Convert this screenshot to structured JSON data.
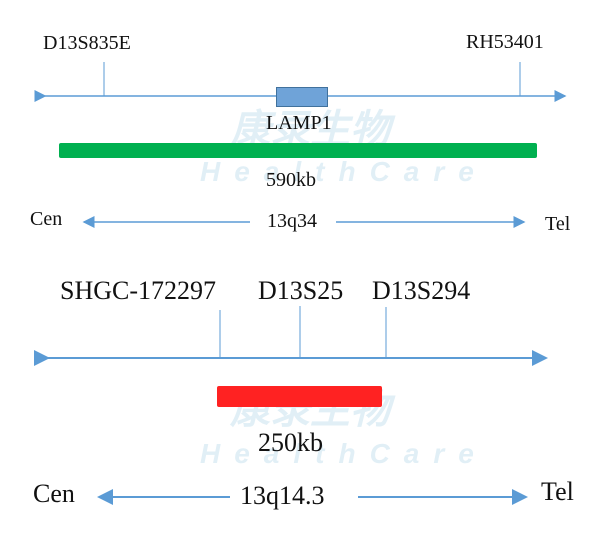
{
  "watermark": {
    "cn": "康录生物",
    "en": "HealthCare"
  },
  "panels": [
    {
      "markers": [
        "D13S835E",
        "RH53401"
      ],
      "gene_label": "LAMP1",
      "size_label": "590kb",
      "band": "13q34",
      "cen_label": "Cen",
      "tel_label": "Tel",
      "bar_color": "#00b050",
      "gene_color": "#6fa3d8"
    },
    {
      "markers": [
        "SHGC-172297",
        "D13S25",
        "D13S294"
      ],
      "size_label": "250kb",
      "band": "13q14.3",
      "cen_label": "Cen",
      "tel_label": "Tel",
      "bar_color": "#ff2222"
    }
  ]
}
